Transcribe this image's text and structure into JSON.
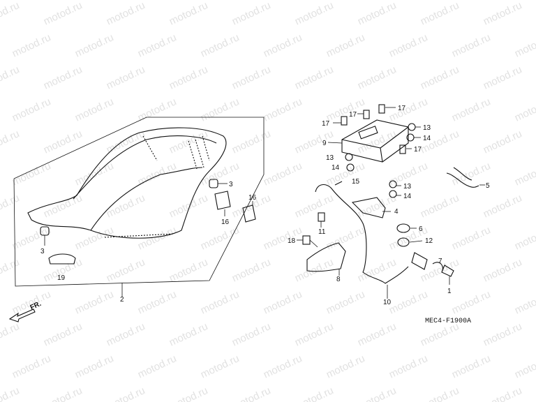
{
  "watermark": "motod.ru",
  "diagram_code": "MEC4-F1900A",
  "direction_label": "FR.",
  "callouts": {
    "c1": "1",
    "c2": "2",
    "c3a": "3",
    "c3b": "3",
    "c4": "4",
    "c5": "5",
    "c6": "6",
    "c7": "7",
    "c8": "8",
    "c9": "9",
    "c10": "10",
    "c11": "11",
    "c12": "12",
    "c13a": "13",
    "c13b": "13",
    "c13c": "13",
    "c14a": "14",
    "c14b": "14",
    "c14c": "14",
    "c15": "15",
    "c16a": "16",
    "c16b": "16",
    "c17a": "17",
    "c17b": "17",
    "c17c": "17",
    "c17d": "17",
    "c18": "18",
    "c19": "19"
  }
}
